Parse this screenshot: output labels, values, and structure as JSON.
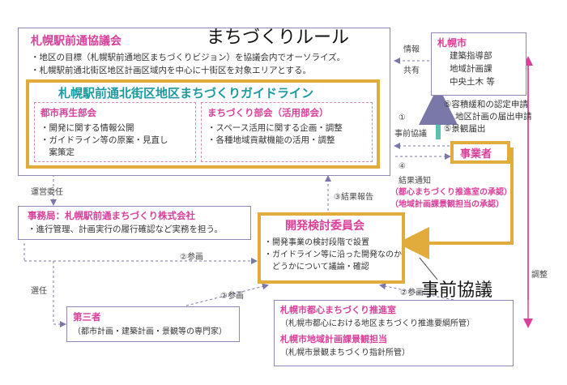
{
  "council": {
    "title": "札幌駅前通協議会",
    "bullets": [
      "・地区の目標（札幌駅前通地区まちづくりビジョン）を協議会内でオーソライズ。",
      "・札幌駅前通北街区地区計画区域内を中心に十街区を対象エリアとする。"
    ]
  },
  "annotations": {
    "rule": "まちづくりルール",
    "prior": "事前協議"
  },
  "guideline": {
    "title": "札幌駅前通北街区地区まちづくりガイドライン",
    "urban": {
      "title": "都市再生部会",
      "bullets": [
        "・開発に関する情報公開",
        "・ガイドライン等の原案・見直し",
        "　案策定"
      ]
    },
    "town": {
      "title": "まちづくり部会（活用部会）",
      "bullets": [
        "・スペース活用に関する企画・調整",
        "・各種地域貢献機能の活用・調整"
      ]
    }
  },
  "city": {
    "title": "札幌市",
    "lines": [
      "建築指導部",
      "地域計画課",
      "中央土木 等"
    ]
  },
  "info_share": [
    "情報",
    "共有"
  ],
  "city_procedures": [
    "⑤容積緩和の認定申請",
    "地区計画の届出申請",
    "⑤景観届出"
  ],
  "prior_consult_label": [
    "①",
    "事前協議"
  ],
  "operator": "事業者",
  "result_notice": {
    "num": "④",
    "label": "結果通知",
    "lines": [
      "（都心まちづくり推進室の承認）",
      "（地域計画課景観担当の承認）"
    ]
  },
  "operation": "運営委任",
  "result_report": "③結果報告",
  "secretariat": {
    "title": "事務局：札幌駅前通まちづくり株式会社",
    "bullets": [
      "・進行管理、計画実行の履行確認など実務を担う。"
    ]
  },
  "committee": {
    "title": "開発検討委員会",
    "bullets": [
      "・開発事業の検討段階で設置",
      "・ガイドライン等に沿った開発なのか",
      "　どうかについて議論・確認"
    ]
  },
  "participation_label": "②参画",
  "selection": "選任",
  "third_party": {
    "title": "第三者",
    "body": "（都市計画・建築計画・景観等の専門家）"
  },
  "coordination": "調整",
  "city_offices": {
    "office1": "札幌市都心まちづくり推進室",
    "office1_sub": "（札幌市都心における地区まちづくり推進要綱所管）",
    "office2": "札幌市地域計画課景観担当",
    "office2_sub": "（札幌市景観まちづくり指針所管）"
  },
  "colors": {
    "pink": "#d9409a",
    "teal": "#1c9aa0",
    "gold": "#e2ac3d",
    "frame": "#8f88b5",
    "dash": "#d58ab5"
  }
}
